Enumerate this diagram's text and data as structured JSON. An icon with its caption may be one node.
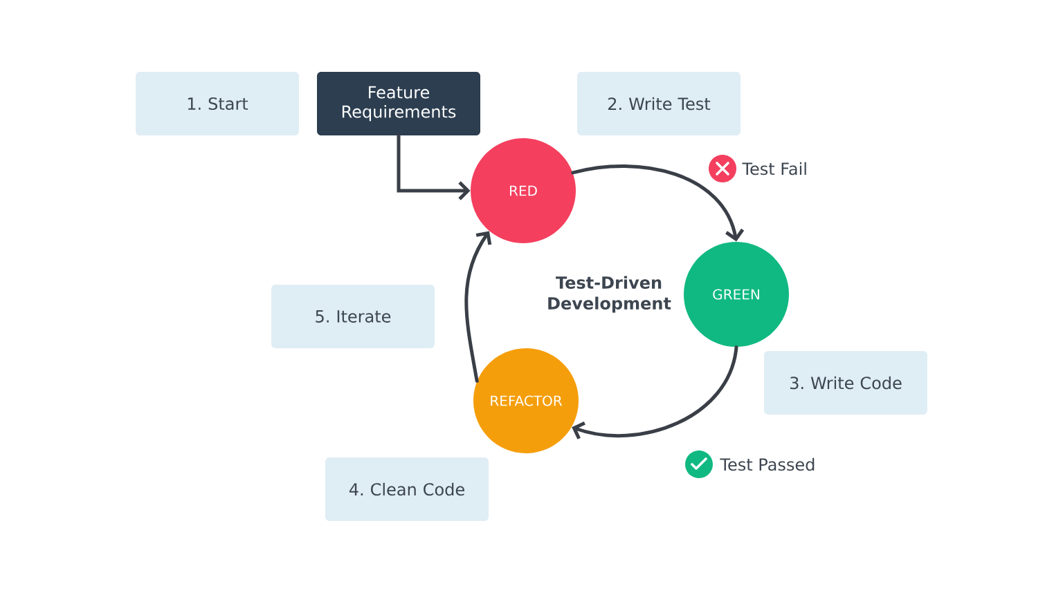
{
  "diagram": {
    "nodes": [
      {
        "text": [
          "1. Start"
        ]
      },
      {
        "text": [
          "Feature Requirements"
        ]
      },
      {
        "text": [
          "2. Write Test"
        ]
      },
      {
        "text": [
          "RED"
        ]
      },
      {
        "text": [
          "GREEN"
        ]
      },
      {
        "text": [
          "5. Iterate"
        ]
      },
      {
        "text": [
          "3. Write Code"
        ]
      },
      {
        "text": [
          "REFACTOR"
        ]
      },
      {
        "text": [
          "4. Clean Code"
        ]
      }
    ],
    "edges": [
      {
        "from": 1,
        "to": 3,
        "arrow": "to"
      },
      {
        "from": 3,
        "to": 4,
        "arrow": "to",
        "label": "Test Fail"
      },
      {
        "from": 4,
        "to": 7,
        "arrow": "to",
        "label": "Test Passed"
      },
      {
        "from": 7,
        "to": 3,
        "arrow": "to"
      }
    ],
    "labels": [
      "Test-Driven Development"
    ]
  }
}
